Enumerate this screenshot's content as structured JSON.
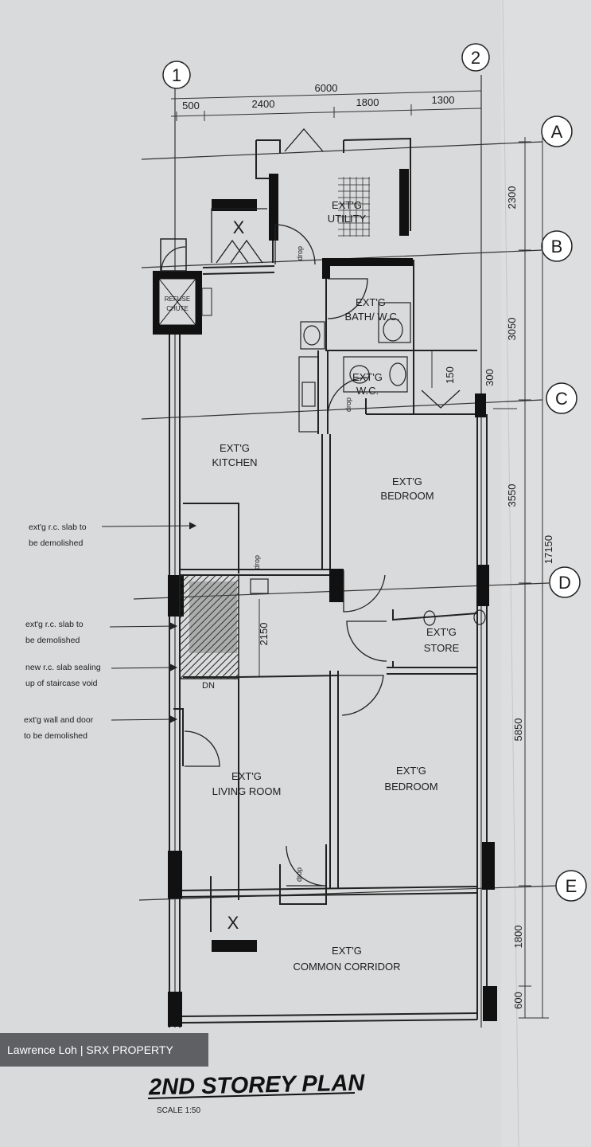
{
  "grid": {
    "cols": [
      "1",
      "2"
    ],
    "rows": [
      "A",
      "B",
      "C",
      "D",
      "E"
    ]
  },
  "dimensions": {
    "top_total": "6000",
    "top_parts": [
      "500",
      "2400",
      "1800",
      "1300"
    ],
    "right_parts": [
      "2300",
      "3050",
      "3550",
      "5850",
      "1800",
      "600"
    ],
    "right_total": "17150",
    "small": [
      "150",
      "300",
      "2150"
    ]
  },
  "rooms": {
    "utility": [
      "EXT'G",
      "UTILITY"
    ],
    "refuse": [
      "REFUSE",
      "CHUTE"
    ],
    "bath": [
      "EXT'G",
      "BATH/ W.C."
    ],
    "wc": [
      "EXT'G",
      "W.C."
    ],
    "kitchen": [
      "EXT'G",
      "KITCHEN"
    ],
    "bedroom1": [
      "EXT'G",
      "BEDROOM"
    ],
    "store": [
      "EXT'G",
      "STORE"
    ],
    "living": [
      "EXT'G",
      "LIVING ROOM"
    ],
    "bedroom2": [
      "EXT'G",
      "BEDROOM"
    ],
    "corridor": [
      "EXT'G",
      "COMMON CORRIDOR"
    ]
  },
  "marks": {
    "dn": "DN",
    "x": "X",
    "drop": "drop"
  },
  "notes": [
    [
      "ext'g r.c. slab to",
      "be demolished"
    ],
    [
      "ext'g r.c. slab to",
      "be demolished"
    ],
    [
      "new r.c. slab sealing",
      "up of staircase void"
    ],
    [
      "ext'g wall and door",
      "to be demolished"
    ]
  ],
  "title": "2ND STOREY PLAN",
  "scale": "SCALE 1:50",
  "watermark": "Lawrence Loh | SRX PROPERTY"
}
